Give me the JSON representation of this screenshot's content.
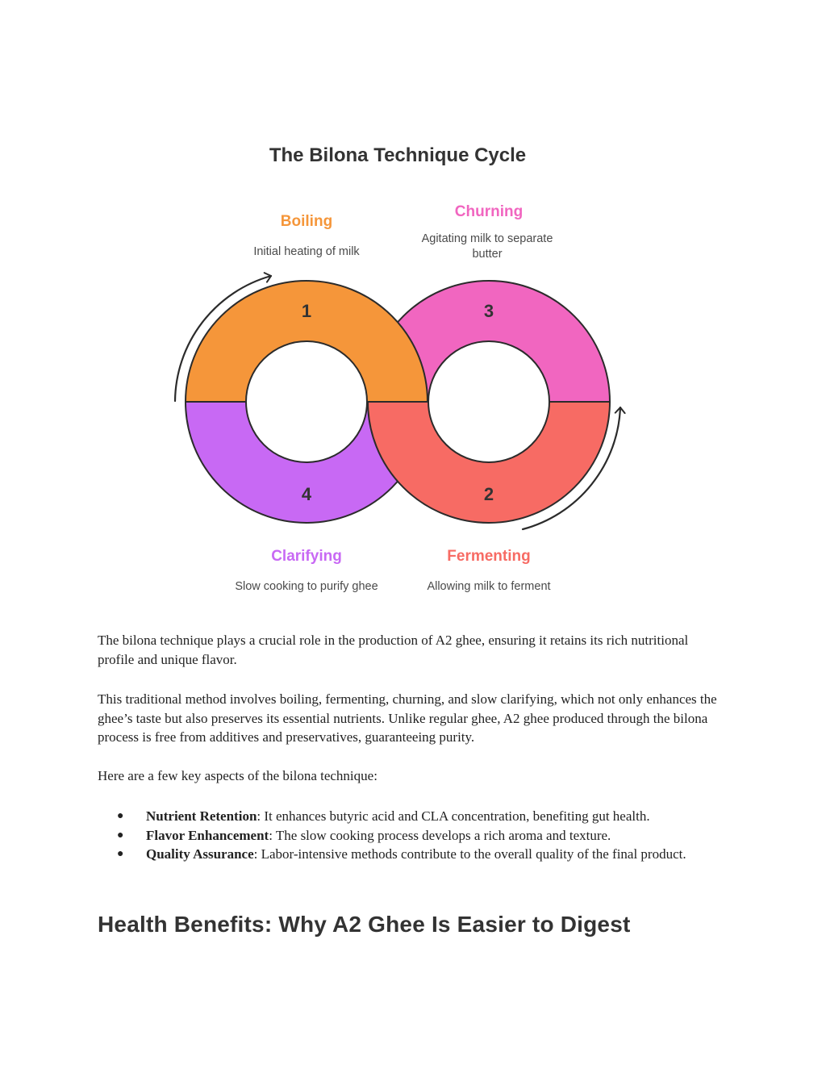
{
  "diagram": {
    "title": "The Bilona Technique Cycle",
    "colors": {
      "boiling": "#F5963A",
      "churning": "#F166C0",
      "fermenting": "#F76B64",
      "clarifying": "#C869F4",
      "outline": "#2b2b2b",
      "title": "#333333",
      "description": "#4a4a4a"
    },
    "stages": [
      {
        "number": "1",
        "title": "Boiling",
        "description": "Initial heating of milk"
      },
      {
        "number": "2",
        "title": "Fermenting",
        "description": "Allowing milk to ferment"
      },
      {
        "number": "3",
        "title": "Churning",
        "description_line1": "Agitating milk to separate",
        "description_line2": "butter"
      },
      {
        "number": "4",
        "title": "Clarifying",
        "description": "Slow cooking to purify ghee"
      }
    ]
  },
  "paragraphs": [
    "The bilona technique plays a crucial role in the production of A2 ghee, ensuring it retains its rich nutritional profile and unique flavor.",
    "This traditional method involves boiling, fermenting, churning, and slow clarifying, which not only enhances the ghee’s taste but also preserves its essential nutrients. Unlike regular ghee, A2 ghee produced through the bilona process is free from additives and preservatives, guaranteeing purity.",
    "Here are a few key aspects of the bilona technique:"
  ],
  "bullets": [
    {
      "bullet": "●",
      "term": "Nutrient Retention",
      "text": ": It enhances butyric acid and CLA concentration, benefiting gut health."
    },
    {
      "bullet": "●",
      "term": "Flavor Enhancement",
      "text": ": The slow cooking process develops a rich aroma and texture."
    },
    {
      "bullet": "●",
      "term": "Quality Assurance",
      "text": ": Labor-intensive methods contribute to the overall quality of the final product."
    }
  ],
  "heading": "Health Benefits: Why A2 Ghee Is Easier to Digest"
}
